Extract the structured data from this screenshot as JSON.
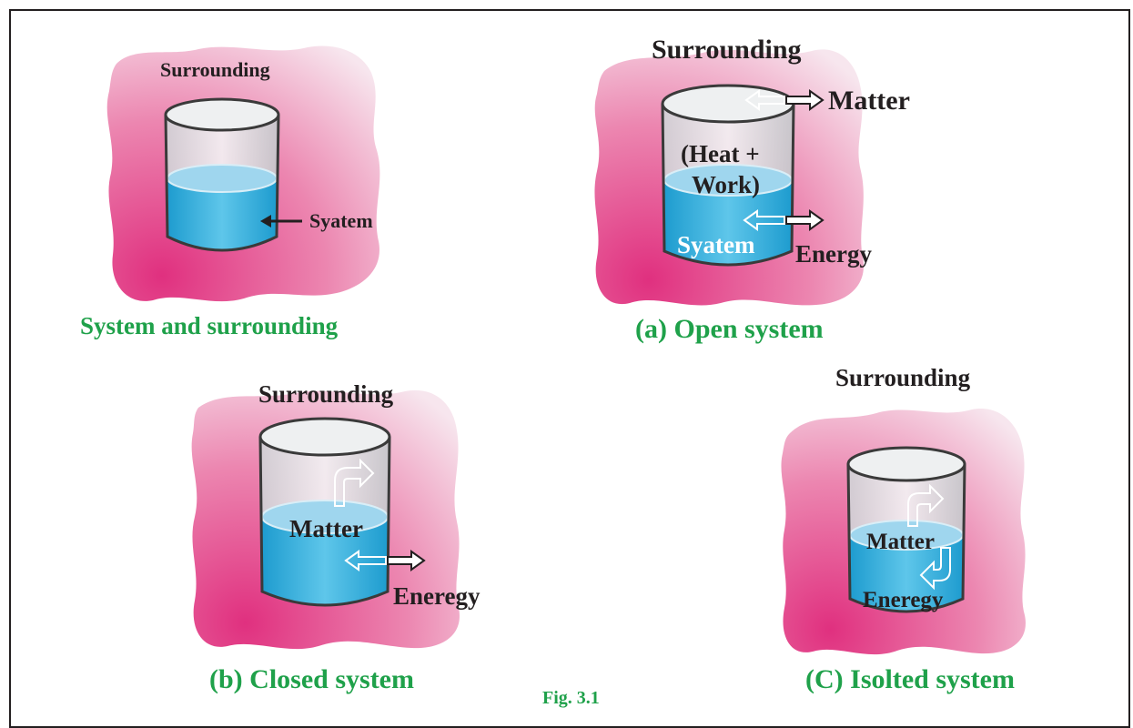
{
  "panels": {
    "overview": {
      "surrounding_label": "Surrounding",
      "system_label": "Syatem",
      "caption": "System and surrounding"
    },
    "open": {
      "surrounding_label": "Surrounding",
      "matter_label": "Matter",
      "heat_work_line1": "(Heat +",
      "heat_work_line2": "Work)",
      "system_label": "Syatem",
      "energy_label": "Energy",
      "caption": "(a) Open system"
    },
    "closed": {
      "surrounding_label": "Surrounding",
      "matter_label": "Matter",
      "energy_label": "Eneregy",
      "caption": "(b)  Closed system"
    },
    "isolated": {
      "surrounding_label": "Surrounding",
      "matter_label": "Matter",
      "energy_label": "Eneregy",
      "caption": "(C)  Isolted  system"
    }
  },
  "figure_label": "Fig.  3.1",
  "colors": {
    "surrounding_pink": "#e0307f",
    "water_blue": "#2aa8d8",
    "caption_green": "#1fa14a",
    "text_dark": "#231f20"
  }
}
